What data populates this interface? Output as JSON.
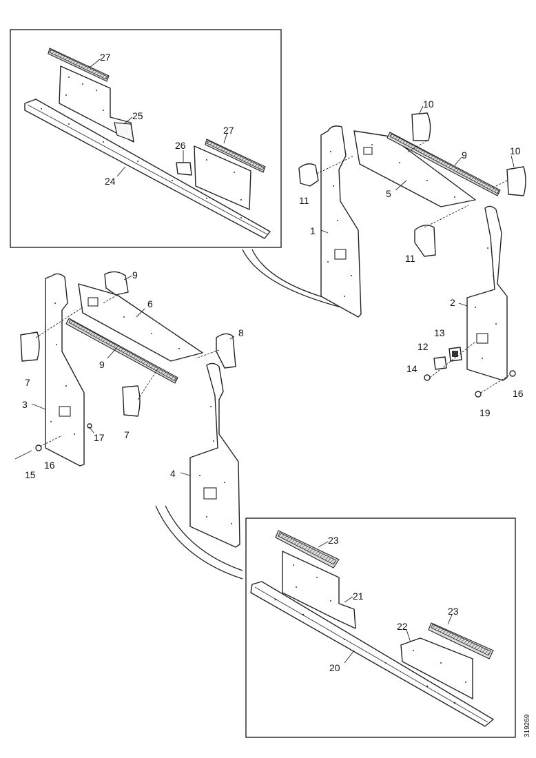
{
  "diagram": {
    "document_number": "319269",
    "callouts": {
      "c1": "1",
      "c2": "2",
      "c3": "3",
      "c4": "4",
      "c5": "5",
      "c6": "6",
      "c7a": "7",
      "c7b": "7",
      "c8": "8",
      "c9a": "9",
      "c9b": "9",
      "c9c": "9",
      "c10a": "10",
      "c10b": "10",
      "c11a": "11",
      "c11b": "11",
      "c12": "12",
      "c13": "13",
      "c14": "14",
      "c15": "15",
      "c16a": "16",
      "c16b": "16",
      "c17": "17",
      "c19": "19",
      "c20": "20",
      "c21": "21",
      "c22": "22",
      "c23a": "23",
      "c23b": "23",
      "c24": "24",
      "c25": "25",
      "c26": "26",
      "c27a": "27",
      "c27b": "27"
    }
  }
}
